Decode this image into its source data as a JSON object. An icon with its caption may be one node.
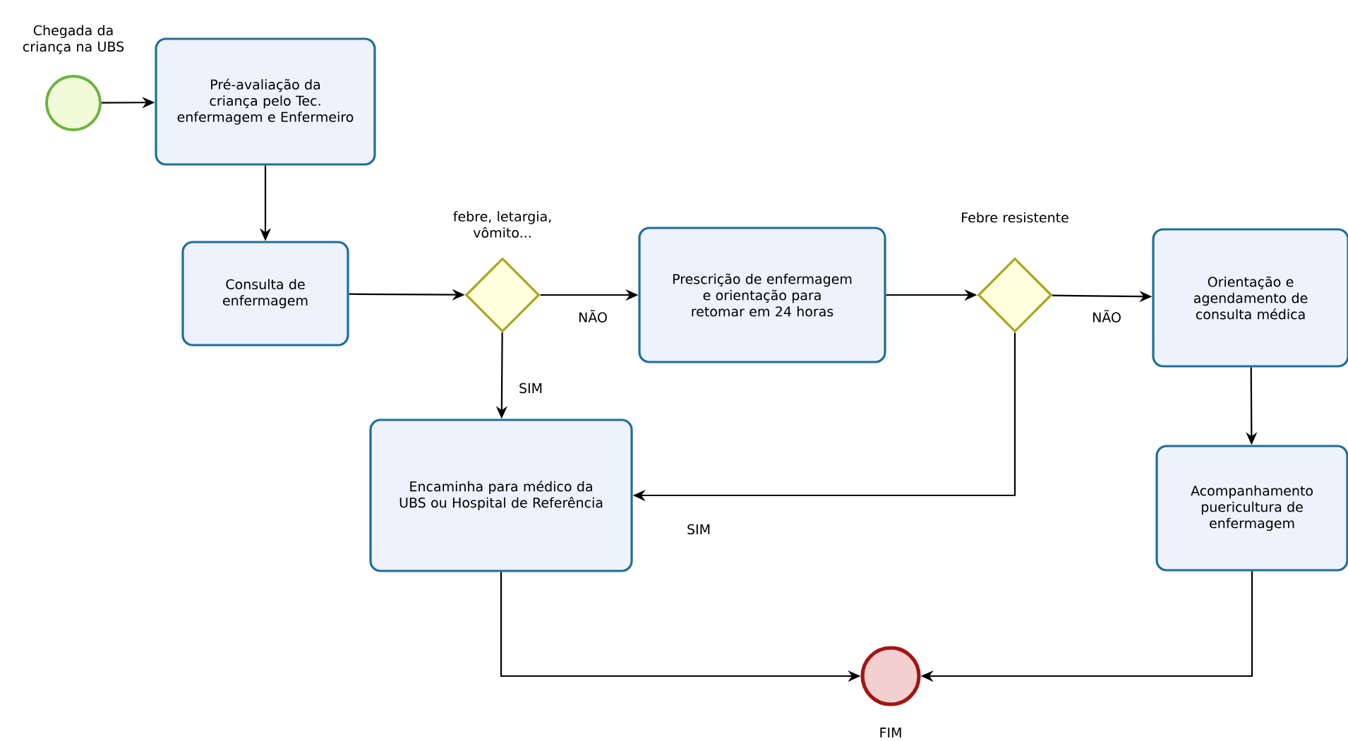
{
  "diagram": {
    "nodes": [
      {
        "text": [
          "Chegada da criança na UBS"
        ]
      },
      {
        "text": [
          "Pré-avaliação da criança pelo Tec. enfermagem e Enfermeiro"
        ]
      },
      {
        "text": [
          "Consulta de enfermagem"
        ]
      },
      {
        "text": [
          "febre, letargia, vômito..."
        ]
      },
      {
        "text": [
          "Prescrição de enfermagem e orientação para retomar em 24 horas"
        ]
      },
      {
        "text": [
          "Febre resistente"
        ]
      },
      {
        "text": [
          "Orientação e agendamento de consulta médica"
        ]
      },
      {
        "text": [
          "Encaminha para médico da UBS ou Hospital de Referência"
        ]
      },
      {
        "text": [
          "Acompanhamento puericultura de enfermagem"
        ]
      },
      {
        "text": [
          "FIM"
        ]
      }
    ],
    "edges": [
      {
        "from": 0,
        "to": 1,
        "arrow": "to"
      },
      {
        "from": 1,
        "to": 2,
        "arrow": "to"
      },
      {
        "from": 2,
        "to": 3,
        "arrow": "to"
      },
      {
        "from": 3,
        "to": 4,
        "arrow": "to",
        "label": "NÃO"
      },
      {
        "from": 4,
        "to": 5,
        "arrow": "to"
      },
      {
        "from": 5,
        "to": 6,
        "arrow": "to",
        "label": "NÃO"
      },
      {
        "from": 3,
        "to": 7,
        "arrow": "to",
        "label": "SIM"
      },
      {
        "from": 5,
        "to": 7,
        "arrow": "to",
        "label": "SIM"
      },
      {
        "from": 6,
        "to": 8,
        "arrow": "to"
      },
      {
        "from": 7,
        "to": 9,
        "arrow": "to"
      },
      {
        "from": 8,
        "to": 9,
        "arrow": "to"
      }
    ]
  }
}
